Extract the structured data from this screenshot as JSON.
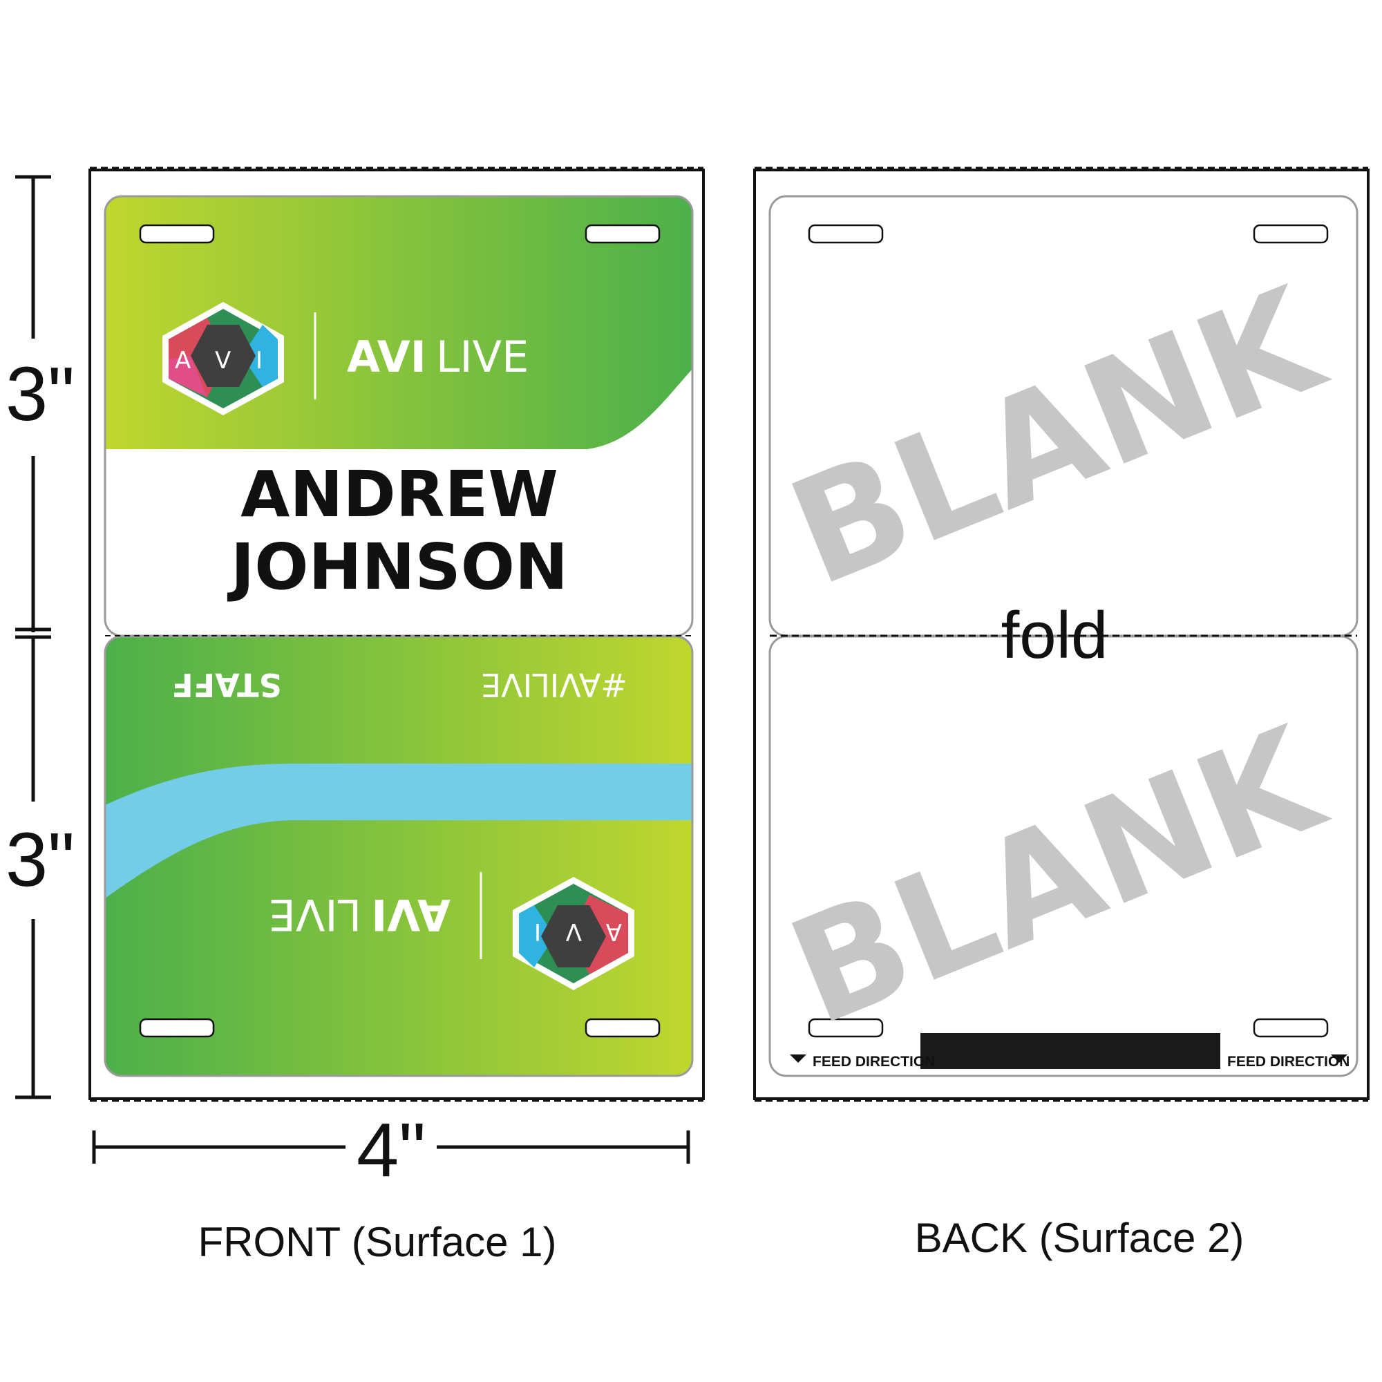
{
  "dimensions": {
    "height_top": "3\"",
    "height_bottom": "3\"",
    "width": "4\""
  },
  "front": {
    "caption": "FRONT (Surface 1)",
    "top_panel": {
      "logo_letters": [
        "A",
        "V",
        "I"
      ],
      "brand_bold": "AVI",
      "brand_light": "LIVE",
      "name_line1": "ANDREW",
      "name_line2": "JOHNSON"
    },
    "bottom_panel": {
      "role": "STAFF",
      "hashtag": "#AVILIVE",
      "logo_letters": [
        "A",
        "V",
        "I"
      ],
      "brand_bold": "AVI",
      "brand_light": "LIVE"
    }
  },
  "back": {
    "caption": "BACK (Surface 2)",
    "top_panel_text": "BLANK",
    "bottom_panel_text": "BLANK",
    "fold_label": "fold",
    "feed_left": "FEED DIRECTION",
    "feed_right": "FEED DIRECTION"
  },
  "colors": {
    "green_light": "#c0d62e",
    "green_dark": "#4cb04a",
    "blue_band": "#74cde8",
    "blank_gray": "#c6c6c6",
    "outline_gray": "#9a9a9a"
  }
}
